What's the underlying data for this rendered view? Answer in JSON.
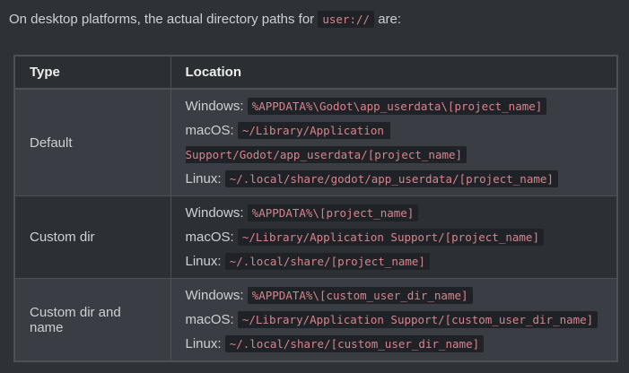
{
  "intro": {
    "prefix": "On desktop platforms, the actual directory paths for",
    "code": "user://",
    "suffix": "are:"
  },
  "table": {
    "headers": [
      "Type",
      "Location"
    ],
    "rows": [
      {
        "type": "Default",
        "locations": [
          {
            "os": "Windows:",
            "path": "%APPDATA%\\Godot\\app_userdata\\[project_name]"
          },
          {
            "os": "macOS:",
            "path": "~/Library/Application Support/Godot/app_userdata/[project_name]"
          },
          {
            "os": "Linux:",
            "path": "~/.local/share/godot/app_userdata/[project_name]"
          }
        ]
      },
      {
        "type": "Custom dir",
        "locations": [
          {
            "os": "Windows:",
            "path": "%APPDATA%\\[project_name]"
          },
          {
            "os": "macOS:",
            "path": "~/Library/Application Support/[project_name]"
          },
          {
            "os": "Linux:",
            "path": "~/.local/share/[project_name]"
          }
        ]
      },
      {
        "type": "Custom dir and name",
        "locations": [
          {
            "os": "Windows:",
            "path": "%APPDATA%\\[custom_user_dir_name]"
          },
          {
            "os": "macOS:",
            "path": "~/Library/Application Support/[custom_user_dir_name]"
          },
          {
            "os": "Linux:",
            "path": "~/.local/share/[custom_user_dir_name]"
          }
        ]
      }
    ]
  },
  "colors": {
    "bg": "#2e3236",
    "row_odd": "#3a3e44",
    "row_even": "#2c2f34",
    "header_bg": "#2b2e33",
    "border": "#4e5257",
    "text": "#cdd1d5",
    "header_text": "#eceef0",
    "code_bg": "#1f2226",
    "code_text": "#d8848e"
  }
}
